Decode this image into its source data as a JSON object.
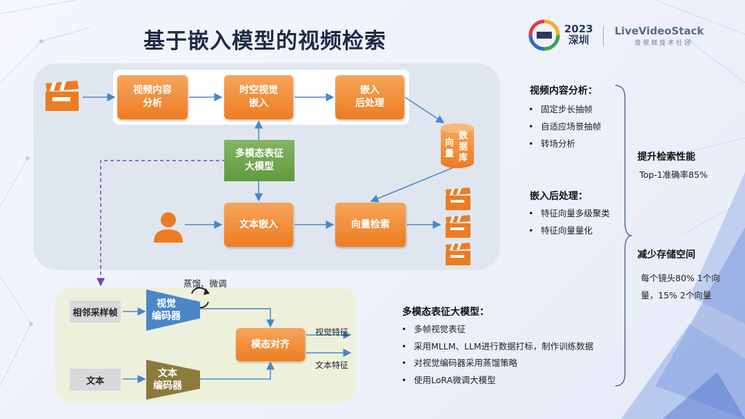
{
  "title": "基于嵌入模型的视频检索",
  "logo": {
    "year": "2023",
    "city": "深圳",
    "brand": "LiveVideoStack",
    "brand_sub": "音视频技术社区"
  },
  "pipeline": {
    "video_analysis": "视频内容\n分析",
    "st_embed": "时空视觉\n嵌入",
    "post": "嵌入\n后处理",
    "db": "向\n量",
    "db2": "数\n据\n库",
    "mm_model": "多模态表征\n大模型",
    "text_embed": "文本嵌入",
    "vec_search": "向量检索"
  },
  "training": {
    "distill_label": "蒸馏、微调",
    "adjacent_frames": "相邻采样帧",
    "visual_encoder": "视觉\n编码器",
    "text": "文本",
    "text_encoder": "文本\n编码器",
    "align": "模态对齐",
    "visual_feat": "视觉特征",
    "text_feat": "文本特征"
  },
  "right": {
    "s1_title": "视频内容分析：",
    "s1_items": [
      "固定步长抽帧",
      "自适应场景抽帧",
      "转场分析"
    ],
    "s2_title": "嵌入后处理：",
    "s2_items": [
      "特征向量多级聚类",
      "特征向量量化"
    ],
    "r1_title": "提升检索性能",
    "r1_text": "Top-1准确率85%",
    "r2_title": "减少存储空间",
    "r2_line1": "每个镜头80% 1个向",
    "r2_line2": "量，15% 2个向量"
  },
  "mm": {
    "title": "多模态表征大模型：",
    "items": [
      "多帧视觉表征",
      "采用MLLM、LLM进行数据打标，制作训练数据",
      "对视觉编码器采用蒸馏策略",
      "使用LoRA微调大模型"
    ]
  },
  "colors": {
    "orange": "#ec7c22",
    "green": "#5f9a3d",
    "blue": "#4a86c8",
    "purple": "#7a3fb8"
  }
}
